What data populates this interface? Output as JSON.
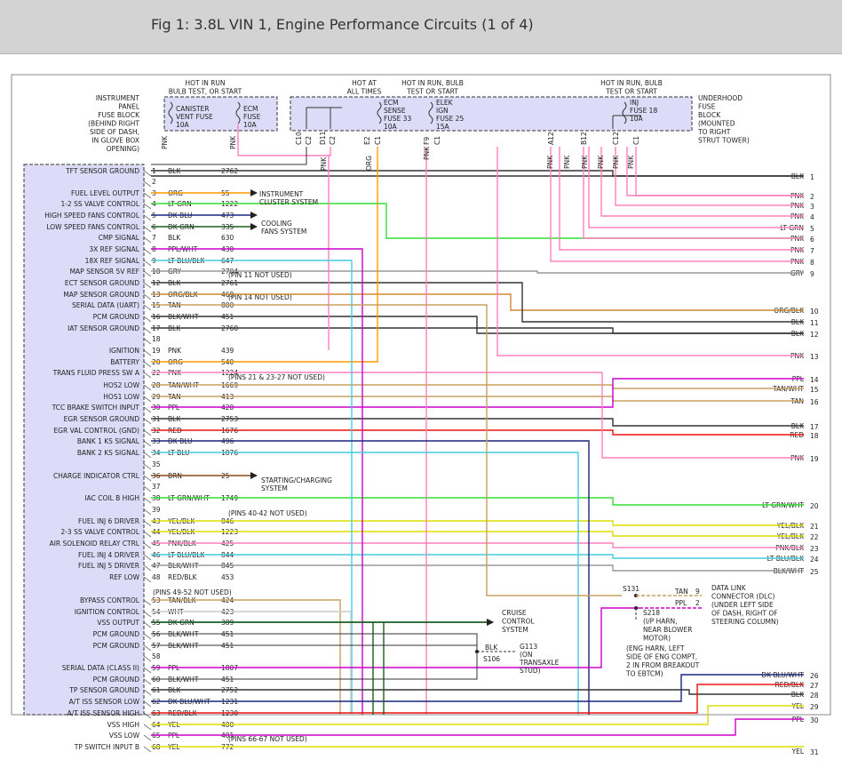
{
  "title": "Fig 1: 3.8L VIN 1, Engine Performance Circuits (1 of 4)",
  "fuse_blocks": {
    "ip": {
      "label": [
        "INSTRUMENT",
        "PANEL",
        "FUSE BLOCK",
        "(BEHIND RIGHT",
        "SIDE OF DASH,",
        "IN GLOVE BOX",
        "OPENING)"
      ],
      "header": [
        "HOT IN RUN",
        "BULB TEST, OR START"
      ],
      "fuses": [
        {
          "name": [
            "CANISTER",
            "VENT FUSE",
            "10A"
          ]
        },
        {
          "name": [
            "ECM",
            "FUSE",
            "10A"
          ]
        }
      ]
    },
    "underhood": {
      "label": [
        "UNDERHOOD",
        "FUSE",
        "BLOCK",
        "(MOUNTED",
        "TO RIGHT",
        "STRUT TOWER)"
      ],
      "header_all_times": [
        "HOT AT",
        "ALL TIMES"
      ],
      "header_run": [
        "HOT IN RUN, BULB",
        "TEST OR START"
      ],
      "header_run2": [
        "HOT IN RUN, BULB",
        "TEST OR START"
      ],
      "fuses": [
        {
          "name": [
            "ECM",
            "SENSE",
            "FUSE 33",
            "10A"
          ]
        },
        {
          "name": [
            "ELEK",
            "IGN",
            "FUSE 25",
            "15A"
          ]
        },
        {
          "name": [
            "INJ",
            "FUSE 18",
            "10A"
          ]
        }
      ],
      "terminals": [
        "C10",
        "C2",
        "D11",
        "C2",
        "E2",
        "C1",
        "F9",
        "C1",
        "A12",
        "B12",
        "C12",
        "C1"
      ]
    }
  },
  "pnk_label": "PNK",
  "org_label": "ORG",
  "ecm_pins": [
    {
      "pin": "1",
      "label": "TFT SENSOR GROUND",
      "color": "BLK",
      "circuit": "2762"
    },
    {
      "pin": "2",
      "label": "",
      "color": "",
      "circuit": ""
    },
    {
      "pin": "3",
      "label": "FUEL LEVEL OUTPUT",
      "color": "ORG",
      "circuit": "55"
    },
    {
      "pin": "4",
      "label": "1-2 SS VALVE CONTROL",
      "color": "LT GRN",
      "circuit": "1222"
    },
    {
      "pin": "5",
      "label": "HIGH SPEED FANS CONTROL",
      "color": "DK BLU",
      "circuit": "473"
    },
    {
      "pin": "6",
      "label": "LOW SPEED FANS CONTROL",
      "color": "DK GRN",
      "circuit": "335"
    },
    {
      "pin": "7",
      "label": "CMP SIGNAL",
      "color": "BLK",
      "circuit": "630"
    },
    {
      "pin": "8",
      "label": "3X REF SIGNAL",
      "color": "PPL/WHT",
      "circuit": "430"
    },
    {
      "pin": "9",
      "label": "18X REF SIGNAL",
      "color": "LT BLU/BLK",
      "circuit": "647"
    },
    {
      "pin": "10",
      "label": "MAP SENSOR 5V REF",
      "color": "GRY",
      "circuit": "2704"
    },
    {
      "pin": "12",
      "label": "ECT SENSOR GROUND",
      "color": "BLK",
      "circuit": "2761"
    },
    {
      "pin": "13",
      "label": "MAP SENSOR GROUND",
      "color": "ORG/BLK",
      "circuit": "469"
    },
    {
      "pin": "15",
      "label": "SERIAL DATA (UART)",
      "color": "TAN",
      "circuit": "800"
    },
    {
      "pin": "16",
      "label": "PCM GROUND",
      "color": "BLK/WHT",
      "circuit": "451"
    },
    {
      "pin": "17",
      "label": "IAT SENSOR GROUND",
      "color": "BLK",
      "circuit": "2760"
    },
    {
      "pin": "18",
      "label": "",
      "color": "",
      "circuit": ""
    },
    {
      "pin": "19",
      "label": "IGNITION",
      "color": "PNK",
      "circuit": "439"
    },
    {
      "pin": "20",
      "label": "BATTERY",
      "color": "ORG",
      "circuit": "540"
    },
    {
      "pin": "22",
      "label": "TRANS FLUID PRESS SW A",
      "color": "PNK",
      "circuit": "1224"
    },
    {
      "pin": "28",
      "label": "HOS2 LOW",
      "color": "TAN/WHT",
      "circuit": "1669"
    },
    {
      "pin": "29",
      "label": "HOS1 LOW",
      "color": "TAN",
      "circuit": "413"
    },
    {
      "pin": "30",
      "label": "TCC BRAKE SWITCH INPUT",
      "color": "PPL",
      "circuit": "420"
    },
    {
      "pin": "31",
      "label": "EGR SENSOR GROUND",
      "color": "BLK",
      "circuit": "2753"
    },
    {
      "pin": "32",
      "label": "EGR VAL CONTROL (GND)",
      "color": "RED",
      "circuit": "1676"
    },
    {
      "pin": "33",
      "label": "BANK 1 KS SIGNAL",
      "color": "DK BLU",
      "circuit": "496"
    },
    {
      "pin": "34",
      "label": "BANK 2 KS SIGNAL",
      "color": "LT BLU",
      "circuit": "1876"
    },
    {
      "pin": "35",
      "label": "",
      "color": "",
      "circuit": ""
    },
    {
      "pin": "36",
      "label": "CHARGE INDICATOR CTRL",
      "color": "BRN",
      "circuit": "25"
    },
    {
      "pin": "37",
      "label": "",
      "color": "",
      "circuit": ""
    },
    {
      "pin": "38",
      "label": "IAC COIL B HIGH",
      "color": "LT GRN/WHT",
      "circuit": "1749"
    },
    {
      "pin": "39",
      "label": "",
      "color": "",
      "circuit": ""
    },
    {
      "pin": "43",
      "label": "FUEL INJ 6 DRIVER",
      "color": "YEL/BLK",
      "circuit": "846"
    },
    {
      "pin": "44",
      "label": "2-3 SS VALVE CONTROL",
      "color": "YEL/BLK",
      "circuit": "1223"
    },
    {
      "pin": "45",
      "label": "AIR SOLENOID RELAY CTRL",
      "color": "PNK/BLK",
      "circuit": "425"
    },
    {
      "pin": "46",
      "label": "FUEL INJ 4 DRIVER",
      "color": "LT BLU/BLK",
      "circuit": "844"
    },
    {
      "pin": "47",
      "label": "FUEL INJ 5 DRIVER",
      "color": "BLK/WHT",
      "circuit": "845"
    },
    {
      "pin": "48",
      "label": "REF LOW",
      "color": "RED/BLK",
      "circuit": "453"
    },
    {
      "pin": "53",
      "label": "BYPASS CONTROL",
      "color": "TAN/BLK",
      "circuit": "424"
    },
    {
      "pin": "54",
      "label": "IGNITION CONTROL",
      "color": "WHT",
      "circuit": "423"
    },
    {
      "pin": "55",
      "label": "VSS OUTPUT",
      "color": "DK GRN",
      "circuit": "389"
    },
    {
      "pin": "56",
      "label": "PCM GROUND",
      "color": "BLK/WHT",
      "circuit": "451"
    },
    {
      "pin": "57",
      "label": "PCM GROUND",
      "color": "BLK/WHT",
      "circuit": "451"
    },
    {
      "pin": "58",
      "label": "",
      "color": "",
      "circuit": ""
    },
    {
      "pin": "59",
      "label": "SERIAL DATA (CLASS II)",
      "color": "PPL",
      "circuit": "1807"
    },
    {
      "pin": "60",
      "label": "PCM GROUND",
      "color": "BLK/WHT",
      "circuit": "451"
    },
    {
      "pin": "61",
      "label": "TP SENSOR GROUND",
      "color": "BLK",
      "circuit": "2752"
    },
    {
      "pin": "62",
      "label": "A/T ISS SENSOR LOW",
      "color": "DK BLU/WHT",
      "circuit": "1231"
    },
    {
      "pin": "63",
      "label": "A/T ISS SENSOR HIGH",
      "color": "RED/BLK",
      "circuit": "1230"
    },
    {
      "pin": "64",
      "label": "VSS HIGH",
      "color": "YEL",
      "circuit": "400"
    },
    {
      "pin": "65",
      "label": "VSS LOW",
      "color": "PPL",
      "circuit": "401"
    },
    {
      "pin": "68",
      "label": "TP SWITCH INPUT B",
      "color": "YEL",
      "circuit": "772"
    }
  ],
  "pin_notes": [
    {
      "text": "(PIN 11 NOT USED)",
      "after": "12"
    },
    {
      "text": "(PIN 14 NOT USED)",
      "after": "15"
    },
    {
      "text": "(PINS 21 & 23-27 NOT USED)",
      "after": "28"
    },
    {
      "text": "(PINS 40-42 NOT USED)",
      "after": "43"
    },
    {
      "text": "(PINS 49-52 NOT USED)",
      "after": "53"
    },
    {
      "text": "(PINS 66-67 NOT USED)",
      "after": "68"
    }
  ],
  "arrow_labels": {
    "instrument": [
      "INSTRUMENT",
      "CLUSTER SYSTEM"
    ],
    "cooling": [
      "COOLING",
      "FANS SYSTEM"
    ],
    "starting": [
      "STARTING/CHARGING",
      "SYSTEM"
    ],
    "cruise": [
      "CRUISE",
      "CONTROL",
      "SYSTEM"
    ]
  },
  "right_connector": [
    {
      "pin": "1",
      "color": "BLK"
    },
    {
      "pin": "2",
      "color": "PNK"
    },
    {
      "pin": "3",
      "color": "PNK"
    },
    {
      "pin": "4",
      "color": "PNK"
    },
    {
      "pin": "5",
      "color": "LT GRN"
    },
    {
      "pin": "6",
      "color": "PNK"
    },
    {
      "pin": "7",
      "color": "PNK"
    },
    {
      "pin": "8",
      "color": "PNK"
    },
    {
      "pin": "9",
      "color": "GRY"
    },
    {
      "pin": "10",
      "color": "ORG/BLK"
    },
    {
      "pin": "11",
      "color": "BLK"
    },
    {
      "pin": "12",
      "color": "BLK"
    },
    {
      "pin": "13",
      "color": "PNK"
    },
    {
      "pin": "14",
      "color": "PPL"
    },
    {
      "pin": "15",
      "color": "TAN/WHT"
    },
    {
      "pin": "16",
      "color": "TAN"
    },
    {
      "pin": "17",
      "color": "BLK"
    },
    {
      "pin": "18",
      "color": "RED"
    },
    {
      "pin": "19",
      "color": "PNK"
    },
    {
      "pin": "20",
      "color": "LT GRN/WHT"
    },
    {
      "pin": "21",
      "color": "YEL/BLK"
    },
    {
      "pin": "22",
      "color": "YEL/BLK"
    },
    {
      "pin": "23",
      "color": "PNK/BLK"
    },
    {
      "pin": "24",
      "color": "LT BLU/BLK"
    },
    {
      "pin": "25",
      "color": "BLK/WHT"
    },
    {
      "pin": "26",
      "color": "DK BLU/WHT"
    },
    {
      "pin": "27",
      "color": "RED/BLK"
    },
    {
      "pin": "28",
      "color": "BLK"
    },
    {
      "pin": "29",
      "color": "YEL"
    },
    {
      "pin": "30",
      "color": "PPL"
    },
    {
      "pin": "31",
      "color": "YEL"
    }
  ],
  "dlc": {
    "s131": "S131",
    "tan": "TAN",
    "tan_pin": "9",
    "ppl": "PPL",
    "ppl_pin": "2",
    "label": [
      "DATA LINK",
      "CONNECTOR (DLC)",
      "(UNDER LEFT SIDE",
      "OF DASH, RIGHT OF",
      "STEERING COLUMN)"
    ],
    "s218": [
      "S218",
      "(I/P HARN,",
      "NEAR BLOWER",
      "MOTOR)"
    ],
    "eng_harn": [
      "(ENG HARN, LEFT",
      "SIDE OF ENG COMPT,",
      "2 IN FROM BREAKOUT",
      "TO EBTCM)"
    ]
  },
  "ground": {
    "blk": "BLK",
    "s106": "S106",
    "g113": [
      "G113",
      "(ON",
      "TRANSAXLE",
      "STUD)"
    ]
  },
  "wire_colors": {
    "BLK": "#333333",
    "PNK": "#ff7fbf",
    "ORG": "#ff9900",
    "LT GRN": "#33dd33",
    "DK BLU": "#1a237e",
    "DK GRN": "#1b5e20",
    "PPL": "#cc00cc",
    "LT BLU": "#44ccdd",
    "GRY": "#999999",
    "TAN": "#c8a060",
    "RED": "#ee1111",
    "BRN": "#8b4513",
    "YEL": "#eeee00",
    "WHT": "#cccccc"
  }
}
